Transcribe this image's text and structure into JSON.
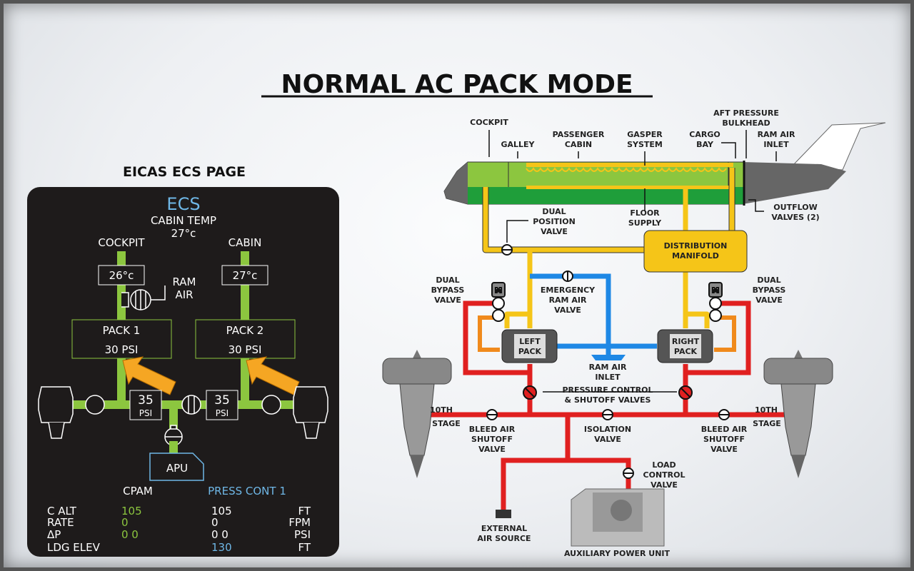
{
  "title": "NORMAL AC PACK MODE",
  "eicas": {
    "heading": "EICAS ECS PAGE",
    "screen_title": "ECS",
    "cabin_temp_label": "CABIN TEMP",
    "cabin_temp_value": "27°c",
    "cockpit_label": "COCKPIT",
    "cabin_label": "CABIN",
    "cockpit_temp": "26°c",
    "cabin_temp": "27°c",
    "ram_air_1": "RAM",
    "ram_air_2": "AIR",
    "pack1_label": "PACK 1",
    "pack1_psi": "30 PSI",
    "pack2_label": "PACK 2",
    "pack2_psi": "30 PSI",
    "duct1_value": "35",
    "duct1_unit": "PSI",
    "duct2_value": "35",
    "duct2_unit": "PSI",
    "apu_label": "APU",
    "cpam_header": "CPAM",
    "press_header": "PRESS CONT 1",
    "rows": [
      {
        "label": "C ALT",
        "cpam": "105",
        "press": "105",
        "unit": "FT"
      },
      {
        "label": "RATE",
        "cpam": "0",
        "press": "0",
        "unit": "FPM"
      },
      {
        "label": "ΔP",
        "cpam": "0 0",
        "press": "0 0",
        "unit": "PSI"
      },
      {
        "label": "LDG ELEV",
        "cpam": "",
        "press": "130",
        "unit": "FT"
      }
    ],
    "colors": {
      "green": "#8cc63f",
      "blue": "#6fb7e6",
      "pack_arrow": "#f5a623"
    }
  },
  "diagram": {
    "cockpit": "COCKPIT",
    "galley": "GALLEY",
    "passenger_cabin_1": "PASSENGER",
    "passenger_cabin_2": "CABIN",
    "gasper_1": "GASPER",
    "gasper_2": "SYSTEM",
    "cargo_1": "CARGO",
    "cargo_2": "BAY",
    "aft_1": "AFT PRESSURE",
    "aft_2": "BULKHEAD",
    "ram_inlet_1": "RAM AIR",
    "ram_inlet_2": "INLET",
    "outflow_1": "OUTFLOW",
    "outflow_2": "VALVES (2)",
    "floor_1": "FLOOR",
    "floor_2": "SUPPLY",
    "dual_pos_1": "DUAL",
    "dual_pos_2": "POSITION",
    "dual_pos_3": "VALVE",
    "manifold_1": "DISTRIBUTION",
    "manifold_2": "MANIFOLD",
    "bypass_l_1": "DUAL",
    "bypass_l_2": "BYPASS",
    "bypass_l_3": "VALVE",
    "bypass_r_1": "DUAL",
    "bypass_r_2": "BYPASS",
    "bypass_r_3": "VALVE",
    "emerg_1": "EMERGENCY",
    "emerg_2": "RAM AIR",
    "emerg_3": "VALVE",
    "left_pack_1": "LEFT",
    "left_pack_2": "PACK",
    "right_pack_1": "RIGHT",
    "right_pack_2": "PACK",
    "ram_air_inlet_1": "RAM AIR",
    "ram_air_inlet_2": "INLET",
    "pcsv_1": "PRESSURE CONTROL",
    "pcsv_2": "& SHUTOFF VALVES",
    "stage_l_1": "10TH",
    "stage_l_2": "STAGE",
    "stage_r_1": "10TH",
    "stage_r_2": "STAGE",
    "bleed_l_1": "BLEED AIR",
    "bleed_l_2": "SHUTOFF",
    "bleed_l_3": "VALVE",
    "isolation_1": "ISOLATION",
    "isolation_2": "VALVE",
    "bleed_r_1": "BLEED AIR",
    "bleed_r_2": "SHUTOFF",
    "bleed_r_3": "VALVE",
    "load_1": "LOAD",
    "load_2": "CONTROL",
    "load_3": "VALVE",
    "ext_1": "EXTERNAL",
    "ext_2": "AIR SOURCE",
    "apu": "AUXILIARY POWER UNIT",
    "valve_motor": "M",
    "colors": {
      "conditioned": "#f5c518",
      "bleed": "#e02020",
      "ram": "#1e88e5",
      "mixed": "#f08a1c",
      "fuselage": "#8cc63f",
      "floor": "#1f9e3a"
    }
  }
}
